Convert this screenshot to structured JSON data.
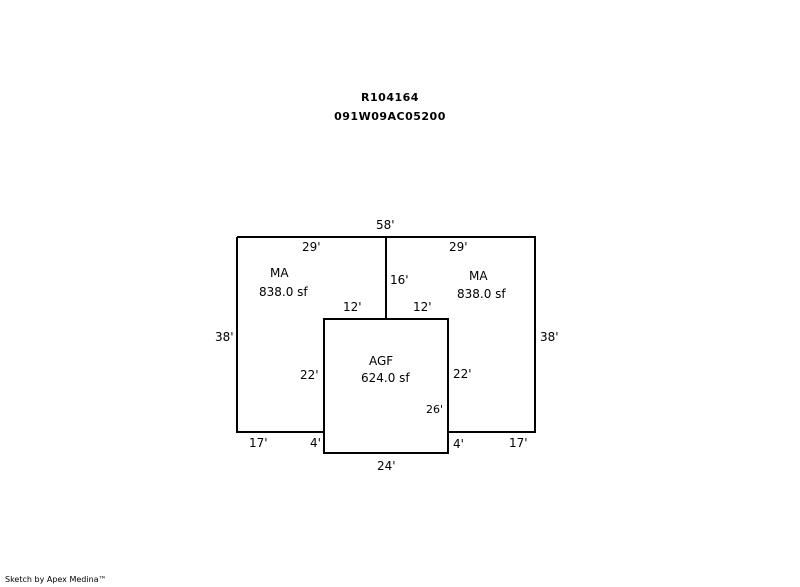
{
  "header": {
    "parcel_id": "R104164",
    "map_number": "091W09AC05200"
  },
  "sketch": {
    "dimensions": {
      "top_total": "58'",
      "left_top": "29'",
      "right_top": "29'",
      "center_divider": "16'",
      "left_side": "38'",
      "right_side": "38'",
      "garage_top_left": "12'",
      "garage_top_right": "12'",
      "garage_left": "22'",
      "garage_right": "22'",
      "garage_depth": "26'",
      "left_bottom": "17'",
      "right_bottom": "17'",
      "left_step": "4'",
      "right_step": "4'",
      "garage_bottom": "24'"
    },
    "areas": {
      "left": {
        "code": "MA",
        "size": "838.0 sf"
      },
      "right": {
        "code": "MA",
        "size": "838.0 sf"
      },
      "garage": {
        "code": "AGF",
        "size": "624.0 sf"
      }
    }
  },
  "footer": {
    "credit": "Sketch by Apex Medina™"
  }
}
